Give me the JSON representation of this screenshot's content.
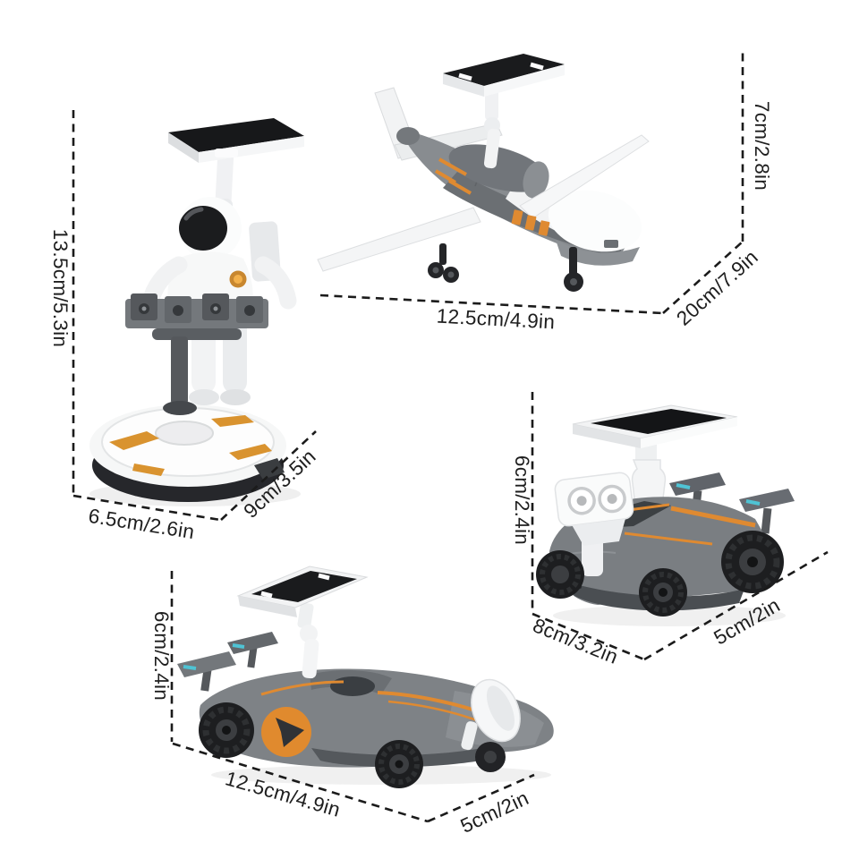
{
  "page": {
    "background_color": "#ffffff",
    "annotation_color": "#1e1e1e",
    "accent_orange": "#df8a31",
    "accent_teal": "#4fc3d4"
  },
  "products": {
    "astronaut": {
      "height": "13.5cm/5.3in",
      "width": "6.5cm/2.6in",
      "depth": "9cm/3.5in"
    },
    "drone": {
      "height": "7cm/2.8in",
      "length": "12.5cm/4.9in",
      "wingspan": "20cm/7.9in"
    },
    "rover": {
      "height": "6cm/2.4in",
      "length": "8cm/3.2in",
      "width": "5cm/2in"
    },
    "racecar": {
      "height": "6cm/2.4in",
      "length": "12.5cm/4.9in",
      "width": "5cm/2in"
    }
  }
}
